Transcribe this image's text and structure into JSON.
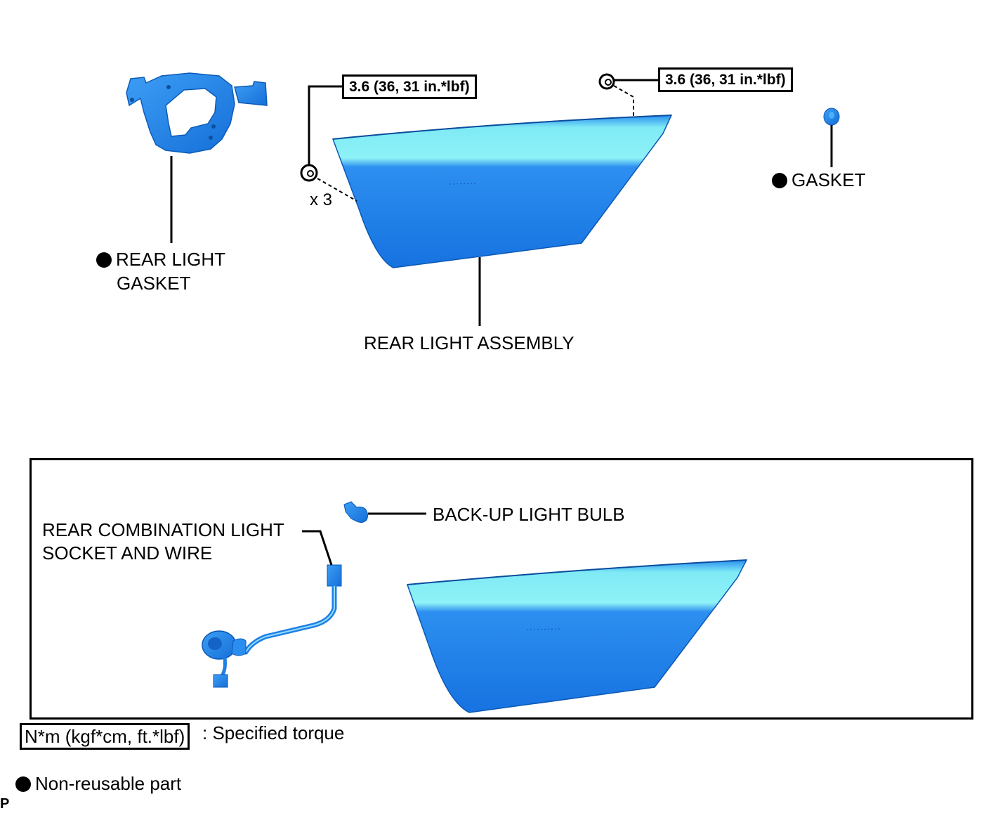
{
  "labels": {
    "rear_light_gasket_line1": "REAR LIGHT",
    "rear_light_gasket_line2": "GASKET",
    "rear_light_assembly": "REAR LIGHT ASSEMBLY",
    "gasket": "GASKET",
    "x3": "x 3",
    "back_up_light_bulb": "BACK-UP LIGHT BULB",
    "socket_wire_line1": "REAR COMBINATION LIGHT",
    "socket_wire_line2": "SOCKET AND WIRE"
  },
  "torque": {
    "left": "3.6 (36, 31 in.*lbf)",
    "right": "3.6 (36, 31 in.*lbf)"
  },
  "legend": {
    "torque_unit": "N*m (kgf*cm, ft.*lbf)",
    "torque_desc": ": Specified torque",
    "non_reusable": "Non-reusable part"
  },
  "corner_code": "P",
  "colors": {
    "part_blue": "#1f7fe6",
    "part_highlight": "#8ef2f7",
    "outline": "#000000"
  }
}
